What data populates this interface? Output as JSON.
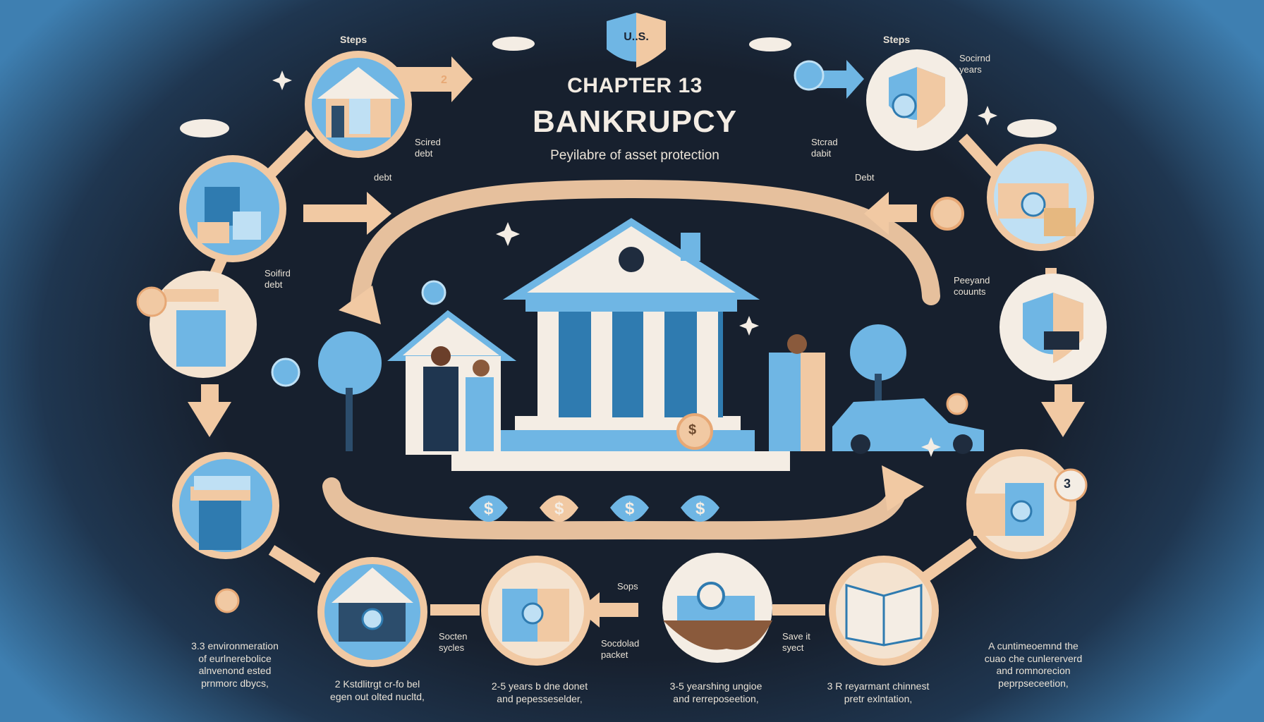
{
  "badge": {
    "label": "U..S."
  },
  "title": {
    "line1": "CHAPTER 13",
    "line2": "BANKRUPCY",
    "subtitle": "Peyilabre of asset protection"
  },
  "labels_left": {
    "steps": "Steps",
    "secured_debt_1": "Scired\ndebt",
    "debt": "debt",
    "secured_debt_2": "Soifird\ndebt"
  },
  "labels_right": {
    "steps": "Steps",
    "secured_years": "Socirnd\nyears",
    "secured_debt": "Stcrad\ndabit",
    "debt": "Debt",
    "payment_accounts": "Peeyand\ncouunts"
  },
  "labels_bottom": {
    "secured_sycles": "Socten\nsycles",
    "secured_packet": "Socdolad\npacket",
    "steps_small": "Sops",
    "save_it": "Save it\nsyect"
  },
  "captions": [
    "3.3 environmeration\nof eurlnerebolice\nalnvenond ested\nprnmorc dbycs,",
    "2  Kstdlitrgt cr-fo bel\negen out olted nucltd,",
    "2-5 years b dne donet\nand pepesseselder,",
    "3-5 yearshing ungioe\nand rerreposeetion,",
    "3 R reyarmant chinnest\npretr exlntation,",
    "A cuntimeoemnd the\ncuao che cunlererverd\nand romnorecion\npeprpseceetion,"
  ],
  "numbers": {
    "left_arrow": "2",
    "right_circle": "3"
  },
  "currency_symbol": "$",
  "colors": {
    "background": "#17202e",
    "sky_blue": "#6fb6e4",
    "peach": "#f1c9a3",
    "cream": "#f4ede4",
    "navy": "#1f3650",
    "edge_blue": "#3e7fb1"
  }
}
